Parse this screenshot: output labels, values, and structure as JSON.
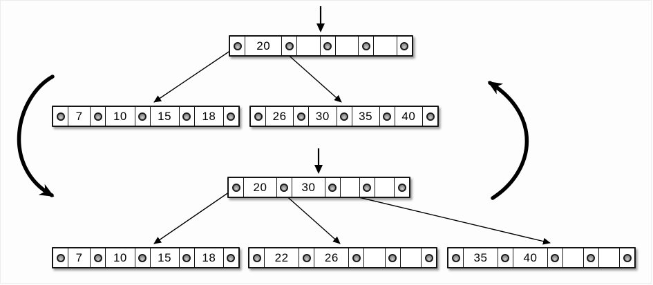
{
  "colors": {
    "page_bg": "#fdfdfd",
    "node_fill": "#ffffff",
    "node_border": "#141414",
    "dot_ring": "#1b1b1b",
    "dot_fill": "#9c9c9c",
    "arrow_color": "#000000"
  },
  "diagram_type": "b-tree-node-split",
  "tree_states": {
    "before": {
      "root": {
        "keys": [
          "20",
          "",
          "",
          ""
        ]
      },
      "children": [
        {
          "keys": [
            "7",
            "10",
            "15",
            "18"
          ]
        },
        {
          "keys": [
            "26",
            "30",
            "35",
            "40"
          ]
        }
      ]
    },
    "after": {
      "root": {
        "keys": [
          "20",
          "30",
          "",
          ""
        ]
      },
      "children": [
        {
          "keys": [
            "7",
            "10",
            "15",
            "18"
          ]
        },
        {
          "keys": [
            "22",
            "26",
            "",
            ""
          ]
        },
        {
          "keys": [
            "35",
            "40",
            "",
            ""
          ]
        }
      ]
    }
  }
}
